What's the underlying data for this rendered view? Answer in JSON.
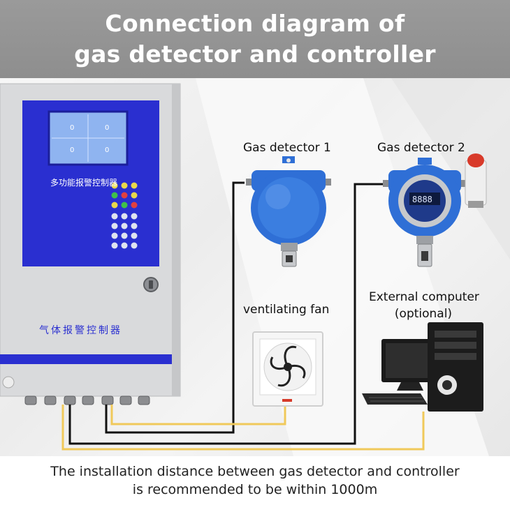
{
  "title": {
    "line1": "Connection diagram of",
    "line2": "gas detector and controller"
  },
  "controller": {
    "screen_label": "多功能报警控制器",
    "panel_label": "气体报警控制器"
  },
  "devices": {
    "detector1_label": "Gas detector 1",
    "detector2_label": "Gas detector 2",
    "fan_label": "ventilating fan",
    "computer_label_line1": "External computer",
    "computer_label_line2": "(optional)"
  },
  "footer": {
    "line1": "The installation distance between gas detector and controller",
    "line2": "is recommended to be within 1000m"
  },
  "colors": {
    "header_bg": "#9a9a9a",
    "controller_blue": "#2a2fd0",
    "detector_blue": "#2f6fd6",
    "wire_black": "#111111",
    "wire_yellow": "#f0c95a"
  }
}
